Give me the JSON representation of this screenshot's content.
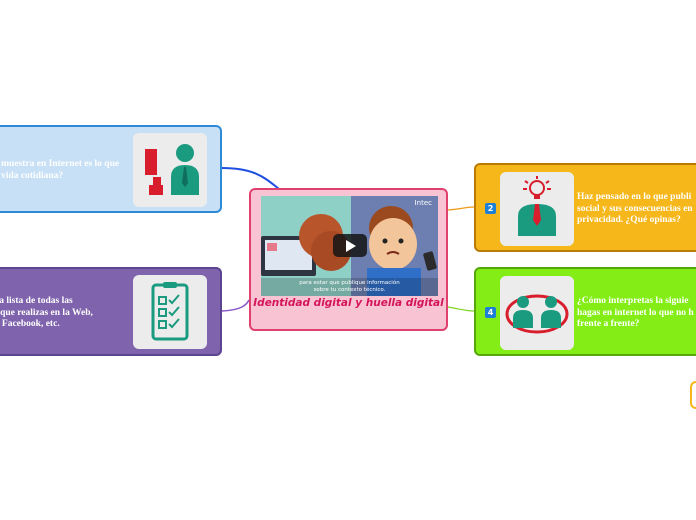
{
  "central": {
    "title": "Identidad digital y huella digital",
    "video": {
      "watermark": "Intec",
      "caption": "para estar que publique información",
      "caption2": "sobre tu contexto técnico."
    }
  },
  "nodes": [
    {
      "id": "left-top",
      "text": "y muestra en Internet es lo que\na vida cotidiana?",
      "icon": "people-icon",
      "color": "#c7e0f5"
    },
    {
      "id": "left-bottom",
      "text": "na lista de todas las\ns que realizas en la Web,\n), Facebook, etc.",
      "icon": "checklist-icon",
      "color": "#7f63ac"
    },
    {
      "id": "right-top",
      "badge": "2",
      "text": "Haz pensado en lo que publi\nsocial y sus consecuencias en\nprivacidad. ¿Qué opinas?",
      "icon": "idea-person-icon",
      "color": "#f5b71a"
    },
    {
      "id": "right-bottom",
      "badge": "4",
      "text": "¿Cómo interpretas la siguie\nhagas en internet lo que no h\nfrente a frente?",
      "icon": "two-people-icon",
      "color": "#84ed16"
    }
  ],
  "colors": {
    "connector_blue": "#1f4fe0",
    "connector_purple": "#8a58c9",
    "connector_orange": "#f09a1a",
    "connector_green": "#7ed321",
    "central_border": "#e0406e",
    "central_title": "#d4145a"
  }
}
